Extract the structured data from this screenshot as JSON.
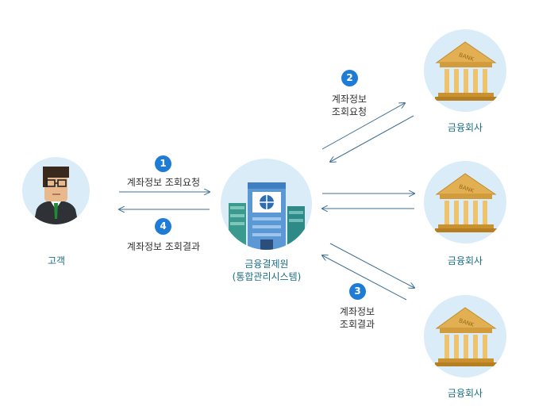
{
  "customer": {
    "label": "고객"
  },
  "center": {
    "label_line1": "금융결제원",
    "label_line2": "(통합관리시스템)"
  },
  "banks": [
    {
      "label": "금융회사",
      "sign": "BANK"
    },
    {
      "label": "금융회사",
      "sign": "BANK"
    },
    {
      "label": "금융회사",
      "sign": "BANK"
    }
  ],
  "steps": [
    {
      "number": "1",
      "text": "계좌정보 조회요청"
    },
    {
      "number": "2",
      "text_line1": "계좌정보",
      "text_line2": "조회요청"
    },
    {
      "number": "3",
      "text_line1": "계좌정보",
      "text_line2": "조회결과"
    },
    {
      "number": "4",
      "text": "계좌정보 조회결과"
    }
  ],
  "colors": {
    "step_badge": "#1e7bd6",
    "arrow": "#3f6f94",
    "label": "#1c6f86",
    "circle_bg": "#d9ecf7"
  }
}
